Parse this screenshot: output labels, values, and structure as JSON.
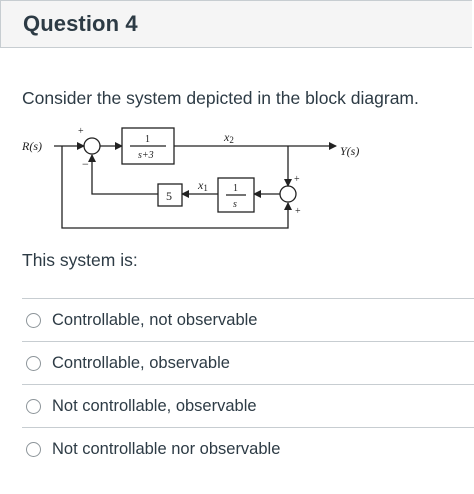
{
  "question": {
    "title": "Question 4",
    "prompt": "Consider the system depicted in the block diagram.",
    "subprompt": "This system is:"
  },
  "diagram": {
    "input_label": "R(s)",
    "output_label": "Y(s)",
    "block1_numerator": "1",
    "block1_denominator": "s+3",
    "block2_numerator": "1",
    "block2_denominator": "s",
    "gain_label": "5",
    "state_x1": "x",
    "state_x1_sub": "1",
    "state_x2": "x",
    "state_x2_sub": "2",
    "sum1_top_sign": "+",
    "sum1_left_sign": "−",
    "sum2_top_sign": "+",
    "sum2_bottom_sign": "+"
  },
  "answers": [
    {
      "label": "Controllable, not observable"
    },
    {
      "label": "Controllable, observable"
    },
    {
      "label": "Not controllable, observable"
    },
    {
      "label": "Not controllable nor observable"
    }
  ]
}
